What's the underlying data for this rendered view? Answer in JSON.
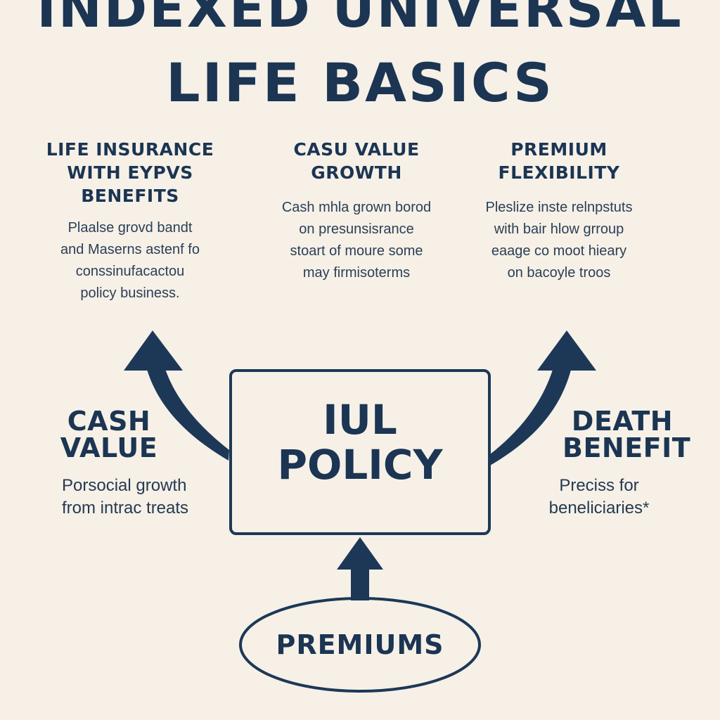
{
  "title": {
    "line1": "INDEXED UNIVERSAL",
    "line2": "LIFE BASICS"
  },
  "columns": [
    {
      "heading": [
        "LIFE INSURANCE",
        "WITH EYPVS",
        "BENEFITS"
      ],
      "body": [
        "Plaalse grovd bandt",
        "and Maserns astenf fo",
        "conssinufacactou",
        "policy business."
      ]
    },
    {
      "heading": [
        "CASU VALUE",
        "GROWTH"
      ],
      "body": [
        "Cash mhla grown borod",
        "on presunsisrance",
        "stoart of moure some",
        "may firmisoterms"
      ]
    },
    {
      "heading": [
        "PREMIUM",
        "FLEXIBILITY"
      ],
      "body": [
        "Pleslize inste relnpstuts",
        "with bair hlow grroup",
        "eaage co moot hieary",
        "on bacoyle troos"
      ]
    }
  ],
  "cash_value": {
    "heading": [
      "CASH",
      "VALUE"
    ],
    "body": [
      "Porsocial growth",
      "from intrac treats"
    ]
  },
  "death_benefit": {
    "heading": [
      "DEATH",
      "BENEFIT"
    ],
    "body": [
      "Preciss for",
      "beneliciaries*"
    ]
  },
  "center": {
    "label": [
      "IUL",
      "POLICY"
    ]
  },
  "premiums": {
    "label": "PREMIUMS"
  },
  "colors": {
    "background": "#f6f0e7",
    "navy": "#1d3857"
  },
  "icons": {
    "arrow_left": "curved-arrow-up-left",
    "arrow_right": "curved-arrow-up-right",
    "arrow_bottom": "straight-arrow-up"
  }
}
